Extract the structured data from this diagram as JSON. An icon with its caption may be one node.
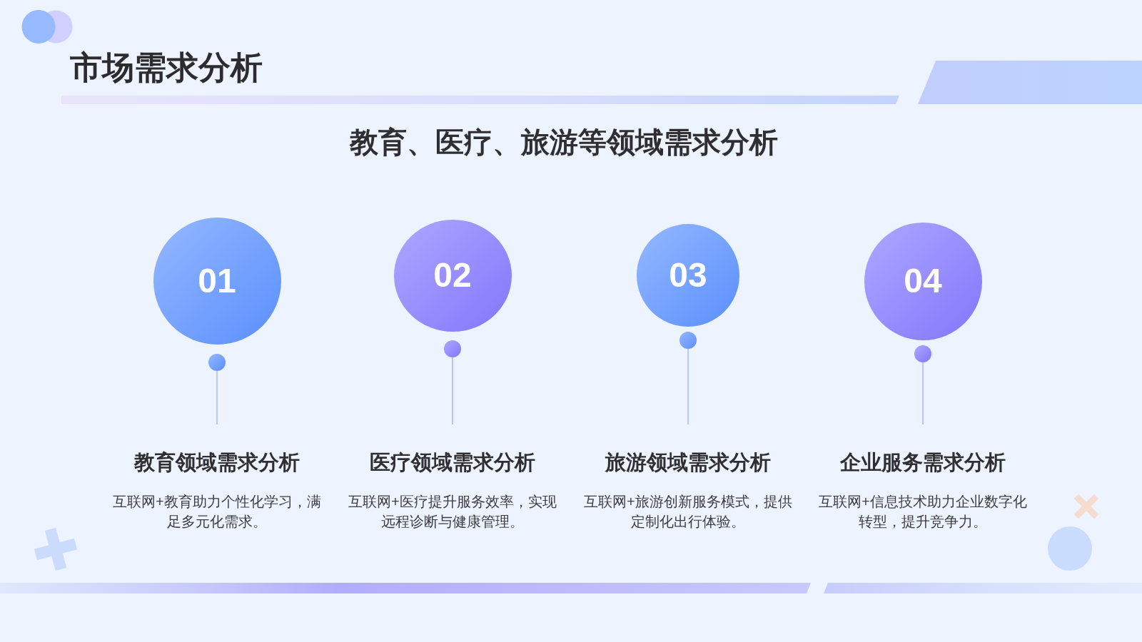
{
  "diagram": {
    "title": "市场需求分析",
    "nodes": [
      {
        "text": [
          "01"
        ]
      },
      {
        "text": [],
        "shape": "circle"
      },
      {
        "text": [
          "教育领域需求分析",
          "互联网+教育助力个性化学习，满足多元化需求。"
        ]
      },
      {
        "text": [
          "02"
        ]
      },
      {
        "text": [],
        "shape": "circle"
      },
      {
        "text": [
          "医疗领域需求分析",
          "互联网+医疗提升服务效率，实现远程诊断与健康管理。"
        ]
      },
      {
        "text": [
          "03"
        ]
      },
      {
        "text": [],
        "shape": "circle"
      },
      {
        "text": [
          "旅游领域需求分析",
          "互联网+旅游创新服务模式，提供定制化出行体验。"
        ]
      },
      {
        "text": [
          "04"
        ]
      },
      {
        "text": [],
        "shape": "circle"
      },
      {
        "text": [
          "企业服务需求分析",
          "互联网+信息技术助力企业数字化转型，提升竞争力。"
        ]
      }
    ],
    "edges": [
      {
        "from": 1,
        "to": 2,
        "arrow": "none"
      },
      {
        "from": 4,
        "to": 5,
        "arrow": "none",
        "color": "#b6b3f8"
      },
      {
        "from": 7,
        "to": 8,
        "arrow": "none"
      },
      {
        "from": 10,
        "to": 11,
        "arrow": "none",
        "color": "#b6b3f8"
      }
    ],
    "labels": [
      "教育、医疗、旅游等领域需求分析"
    ]
  }
}
